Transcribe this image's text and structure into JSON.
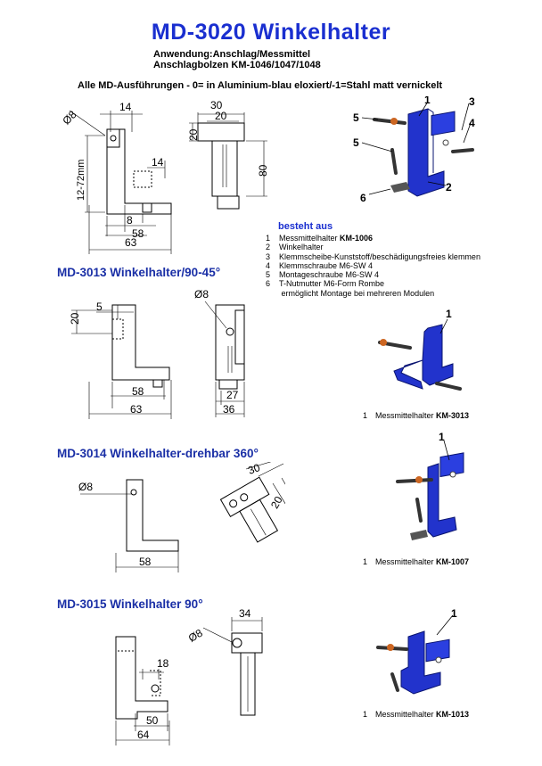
{
  "title": "MD-3020  Winkelhalter",
  "subtitle": [
    "Anwendung:Anschlag/Messmittel",
    "Anschlagbolzen KM-1046/1047/1048"
  ],
  "note": "Alle MD-Ausführungen - 0= in Aluminium-blau eloxiert/-1=Stahl  matt vernickelt",
  "accent_color": "#1a2fd0",
  "part_color": "#2233cc",
  "main_dims": {
    "d1": "14",
    "d2": "Ø8",
    "d3": "12-72mm",
    "d4": "14",
    "d5": "8",
    "d6": "58",
    "d7": "63",
    "d8": "30",
    "d9": "20",
    "d10": "20",
    "d11": "80"
  },
  "assembly_callouts": [
    "1",
    "2",
    "3",
    "4",
    "5",
    "5",
    "6"
  ],
  "parts_heading": "besteht aus",
  "parts": [
    {
      "num": "1",
      "text": "Messmittelhalter ",
      "bold": "KM-1006"
    },
    {
      "num": "2",
      "text": "Winkelhalter",
      "bold": ""
    },
    {
      "num": "3",
      "text": "Klemmscheibe-Kunststoff/beschädigungsfreies klemmen",
      "bold": ""
    },
    {
      "num": "4",
      "text": "Klemmschraube M6-SW 4",
      "bold": ""
    },
    {
      "num": "5",
      "text": "Montageschraube M6-SW 4",
      "bold": ""
    },
    {
      "num": "6",
      "text": "T-Nutmutter M6-Form Rombe",
      "bold": ""
    },
    {
      "num": "",
      "text": "  ermöglicht Montage bei mehreren Modulen",
      "bold": ""
    }
  ],
  "sections": [
    {
      "title": "MD-3013  Winkelhalter/90-45°",
      "dims": {
        "a": "5",
        "b": "20",
        "c": "58",
        "d": "63",
        "e": "Ø8",
        "f": "27",
        "g": "36"
      },
      "callout": "1",
      "caption_num": "1",
      "caption_text": "Messmittelhalter ",
      "caption_bold": "KM-3013"
    },
    {
      "title": "MD-3014  Winkelhalter-drehbar 360°",
      "dims": {
        "a": "Ø8",
        "b": "58",
        "c": "30",
        "d": "20"
      },
      "callout": "1",
      "caption_num": "1",
      "caption_text": "Messmittelhalter ",
      "caption_bold": "KM-1007"
    },
    {
      "title": "MD-3015  Winkelhalter 90°",
      "dims": {
        "a": "34",
        "b": "Ø8",
        "c": "18",
        "d": "50",
        "e": "64"
      },
      "callout": "1",
      "caption_num": "1",
      "caption_text": "Messmittelhalter ",
      "caption_bold": "KM-1013"
    }
  ]
}
